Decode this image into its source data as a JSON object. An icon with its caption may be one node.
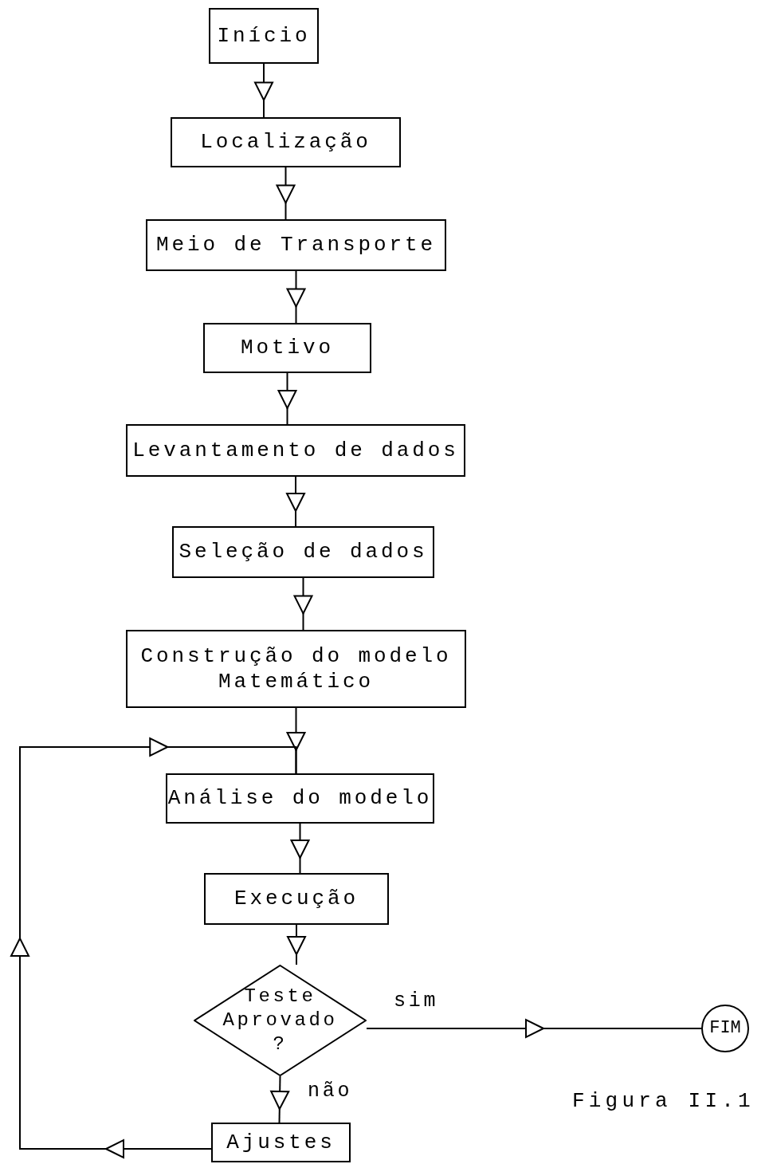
{
  "diagram": {
    "caption": "Figura II.1",
    "nodes": [
      {
        "text": [
          "Início"
        ]
      },
      {
        "text": [
          "Localização"
        ]
      },
      {
        "text": [
          "Meio de Transporte"
        ]
      },
      {
        "text": [
          "Motivo"
        ]
      },
      {
        "text": [
          "Levantamento de dados"
        ]
      },
      {
        "text": [
          "Seleção de dados"
        ]
      },
      {
        "text": [
          "Construção do modelo Matemático"
        ]
      },
      {
        "text": [
          "Análise do modelo"
        ]
      },
      {
        "text": [
          "Execução"
        ]
      },
      {
        "text": [
          "Teste Aprovado ?"
        ]
      },
      {
        "text": [
          "FIM"
        ]
      },
      {
        "text": [
          "Ajustes"
        ]
      }
    ],
    "edges": [
      {
        "from": 0,
        "to": 1,
        "arrow": "to"
      },
      {
        "from": 1,
        "to": 2,
        "arrow": "to"
      },
      {
        "from": 2,
        "to": 3,
        "arrow": "to"
      },
      {
        "from": 3,
        "to": 4,
        "arrow": "to"
      },
      {
        "from": 4,
        "to": 5,
        "arrow": "to"
      },
      {
        "from": 5,
        "to": 6,
        "arrow": "to"
      },
      {
        "from": 6,
        "to": 7,
        "arrow": "to"
      },
      {
        "from": 7,
        "to": 8,
        "arrow": "to"
      },
      {
        "from": 8,
        "to": 9,
        "arrow": "to"
      },
      {
        "from": 9,
        "to": 10,
        "arrow": "to",
        "label": "sim"
      },
      {
        "from": 9,
        "to": 11,
        "arrow": "to",
        "label": "não"
      },
      {
        "from": 11,
        "to": 7,
        "arrow": "to"
      }
    ]
  }
}
